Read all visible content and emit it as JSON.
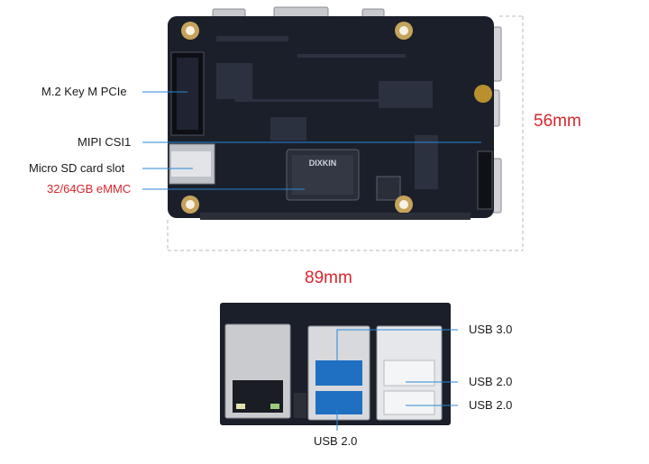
{
  "colors": {
    "board": "#1b1f2a",
    "leader": "#2a86d6",
    "highlight_text": "#d8262c",
    "dimension": "#d8262c",
    "dashed": "#b9b9b9"
  },
  "top_view": {
    "labels": {
      "m2": "M.2 Key M PCIe",
      "csi": "MIPI CSI1",
      "sd": "Micro SD card slot",
      "emmc": "32/64GB eMMC"
    },
    "chip_text": "DIXKIN",
    "height_dim": "56mm",
    "width_dim": "89mm"
  },
  "side_view": {
    "labels": {
      "usb30": "USB 3.0",
      "usb20_r1": "USB 2.0",
      "usb20_r2": "USB 2.0",
      "usb20_bottom": "USB 2.0"
    }
  }
}
